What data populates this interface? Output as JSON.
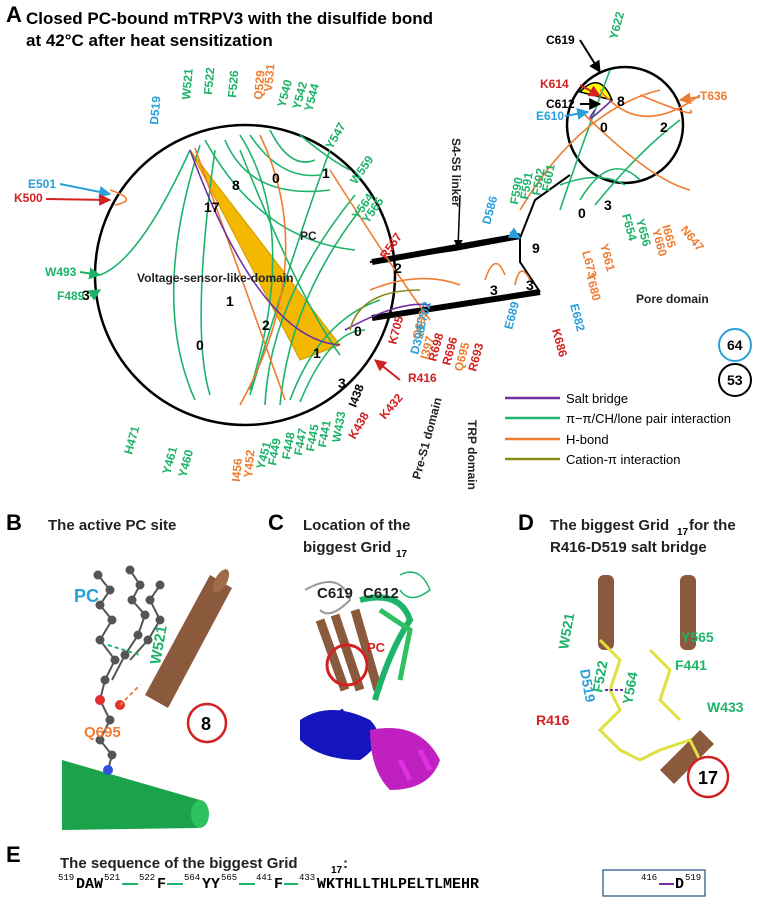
{
  "panelA": {
    "letter": "A",
    "title_line1": "Closed PC-bound mTRPV3 with the disulfide bond",
    "title_line2": "at 42°C after heat sensitization",
    "vsld_label": "Voltage-sensor-like-domain",
    "pore_label": "Pore domain",
    "pc_label": "PC",
    "s4s5_label": "S4-S5 linker",
    "pres1_label": "Pre-S1 domain",
    "trp_label": "TRP domain",
    "grid_sizes": [
      "17",
      "8",
      "0",
      "1",
      "2",
      "3",
      "1",
      "0",
      "0",
      "1",
      "2",
      "3",
      "3",
      "9",
      "0",
      "3",
      "0",
      "8",
      "2"
    ],
    "counts": {
      "top": "64",
      "bottom": "53"
    },
    "residues": {
      "D519": "D519",
      "W521": "W521",
      "F522": "F522",
      "F526": "F526",
      "Q529": "Q529",
      "V531": "V531",
      "Y540": "Y540",
      "Y542": "Y542",
      "Y544": "Y544",
      "Y547": "Y547",
      "W559": "W559",
      "Y564": "Y564",
      "Y565": "Y565",
      "R567": "R567",
      "E501": "E501",
      "K500": "K500",
      "W493": "W493",
      "F489": "F489",
      "H471": "H471",
      "Y461": "Y461",
      "Y460": "Y460",
      "I456": "I456",
      "Y452": "Y452",
      "Y451": "Y451",
      "F449": "F449",
      "F448": "F448",
      "F447": "F447",
      "F445": "F445",
      "F441": "F441",
      "I438": "I438",
      "K432": "K432",
      "W433": "W433",
      "K438": "K438",
      "R416": "R416",
      "I397": "I397",
      "D396": "D396",
      "K705": "K705",
      "Q699": "Q699",
      "R698": "R698",
      "R696": "R696",
      "Q695": "Q695",
      "R693": "R693",
      "E702": "E702",
      "C619": "C619",
      "K614": "K614",
      "C612": "C612",
      "E610": "E610",
      "Y622": "Y622",
      "T636": "T636",
      "N647": "N647",
      "D586": "D586",
      "F590": "F590",
      "F591": "F591",
      "F592": "F592",
      "F601": "F601",
      "F654": "F654",
      "Y656": "Y656",
      "Y660": "Y660",
      "I665": "I665",
      "Y661": "Y661",
      "L673": "L673",
      "T680": "T680",
      "E682": "E682",
      "K686": "K686",
      "E689": "E689"
    },
    "legend": [
      {
        "label": "Salt bridge",
        "color": "#7030a0"
      },
      {
        "label": "π−π/CH/lone pair interaction",
        "color": "#1db36a"
      },
      {
        "label": "H-bond",
        "color": "#ed7d31"
      },
      {
        "label": "Cation-π interaction",
        "color": "#8a8a1a"
      }
    ],
    "colors": {
      "green": "#1db36a",
      "orange": "#ed7d31",
      "red": "#d32020",
      "cyan": "#2aa0d8",
      "purple": "#7030a0",
      "olive": "#8a8a1a",
      "fill": "#f5b800",
      "yellow": "#ffff00"
    }
  },
  "panelB": {
    "letter": "B",
    "title": "The active PC site",
    "pc": "PC",
    "w521": "W521",
    "q695": "Q695",
    "grid": "8"
  },
  "panelC": {
    "letter": "C",
    "title_line1": "Location of the",
    "title_line2": "biggest Grid",
    "sub": "17",
    "c619": "C619",
    "c612": "C612",
    "pc": "PC"
  },
  "panelD": {
    "letter": "D",
    "title_line1": "The biggest Grid",
    "title_sub": "17",
    "title_tail": " for the",
    "title_line2": "R416-D519 salt bridge",
    "w521": "W521",
    "d519": "D519",
    "f522": "F522",
    "y564": "Y564",
    "y565": "Y565",
    "f441": "F441",
    "w433": "W433",
    "r416": "R416",
    "grid": "17"
  },
  "panelE": {
    "letter": "E",
    "title": "The sequence of the biggest Grid",
    "title_sub": "17",
    "title_tail": " :",
    "sequence": [
      {
        "sup": "519",
        "text": "DAW"
      },
      {
        "sup": "521",
        "text": ""
      },
      {
        "sup": "522",
        "text": "F"
      },
      {
        "sup": "564",
        "text": "YY"
      },
      {
        "sup": "565",
        "text": ""
      },
      {
        "sup": "441",
        "text": "F"
      },
      {
        "sup": "433",
        "text": "WKTHLLTHLPELTLMEHR"
      },
      {
        "sup": "416",
        "text": ""
      },
      {
        "sup": "",
        "text": "D"
      },
      {
        "sup": "519",
        "text": ""
      }
    ]
  }
}
